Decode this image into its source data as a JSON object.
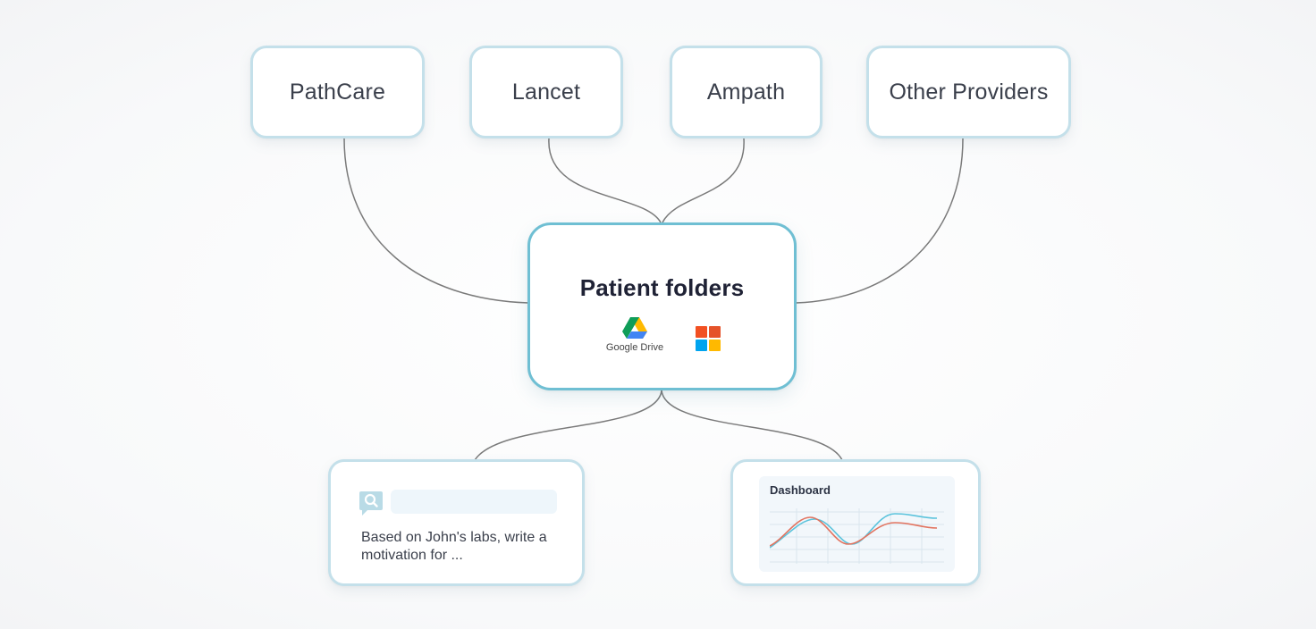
{
  "providers": [
    {
      "label": "PathCare"
    },
    {
      "label": "Lancet"
    },
    {
      "label": "Ampath"
    },
    {
      "label": "Other Providers"
    }
  ],
  "center": {
    "title": "Patient folders",
    "logos": [
      {
        "name": "google-drive-icon",
        "label": "Google Drive"
      },
      {
        "name": "microsoft-icon",
        "label": ""
      }
    ]
  },
  "outputs": {
    "prompt": {
      "text": "Based on John's labs, write a motivation for ..."
    },
    "dashboard": {
      "title": "Dashboard"
    }
  },
  "colors": {
    "node_border": "#c4e0ea",
    "center_border": "#6fbfd3",
    "connector": "#7a7a7a",
    "chart_teal": "#5bc3dc",
    "chart_red": "#e2735f",
    "ms_red": "#f25022",
    "ms_green": "#7fba00",
    "ms_blue": "#00a4ef",
    "ms_yellow": "#ffb900"
  }
}
